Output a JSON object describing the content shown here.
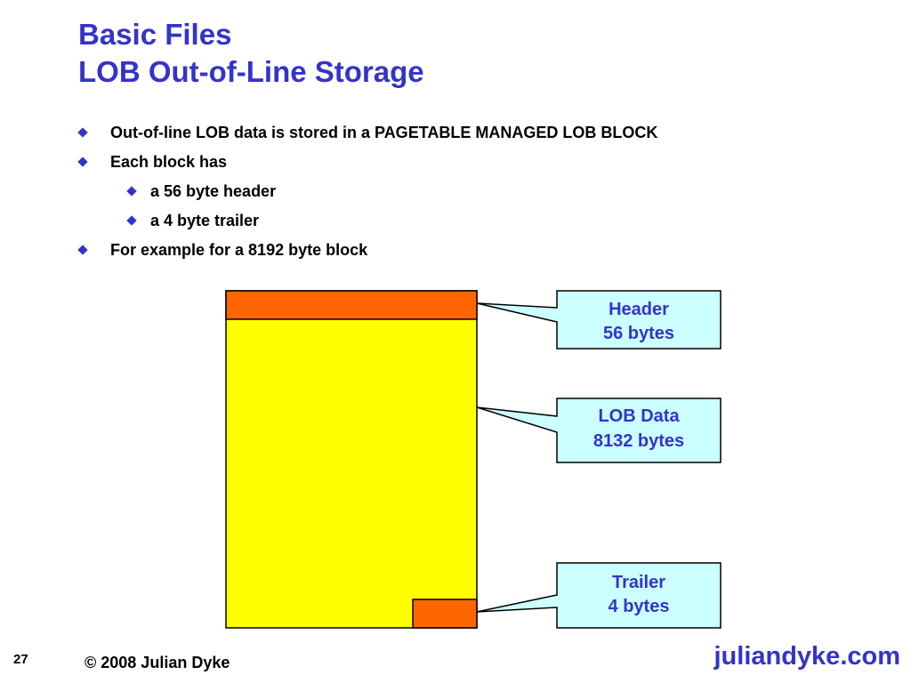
{
  "slide": {
    "title_line1": "Basic Files",
    "title_line2": "LOB Out-of-Line Storage"
  },
  "bullets": [
    {
      "level": 1,
      "text": "Out-of-line LOB data is stored in a PAGETABLE MANAGED LOB BLOCK"
    },
    {
      "level": 1,
      "text": "Each block has"
    },
    {
      "level": 2,
      "text": "a 56 byte header"
    },
    {
      "level": 2,
      "text": "a 4 byte trailer"
    },
    {
      "level": 1,
      "text": "For example for a 8192 byte block"
    }
  ],
  "diagram": {
    "block_bytes": 8192,
    "segments": [
      {
        "name": "Header",
        "bytes": 56,
        "color": "#ff6600"
      },
      {
        "name": "LOB Data",
        "bytes": 8132,
        "color": "#ffff00"
      },
      {
        "name": "Trailer",
        "bytes": 4,
        "color": "#ff6600"
      }
    ],
    "callouts": [
      {
        "line1": "Header",
        "line2": "56 bytes"
      },
      {
        "line1": "LOB Data",
        "line2": "8132 bytes"
      },
      {
        "line1": "Trailer",
        "line2": "4 bytes"
      }
    ],
    "callout_fill": "#ccffff",
    "callout_text_color": "#3333cc"
  },
  "footer": {
    "page_number": "27",
    "copyright": "© 2008 Julian Dyke",
    "website": "juliandyke.com"
  },
  "colors": {
    "title": "#3333cc",
    "bullet": "#3333cc"
  }
}
